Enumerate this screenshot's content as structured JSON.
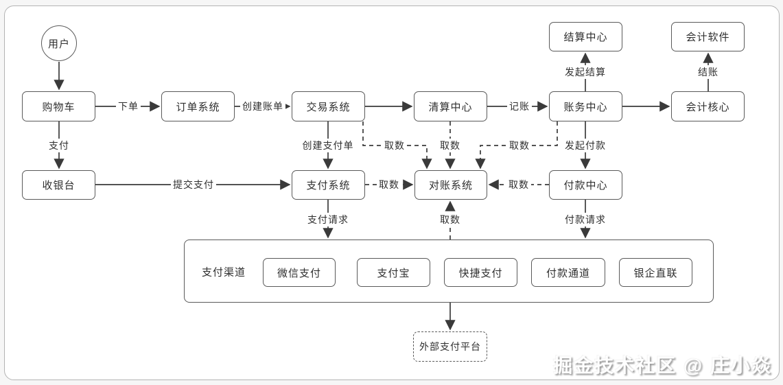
{
  "watermark": "掘金技术社区 @ 庄小焱",
  "colors": {
    "line": "#3a3a3a",
    "box_border": "#595959",
    "box_fill": "#ffffff",
    "text": "#2f2f2f",
    "card_border": "#b3b3b3"
  },
  "nodes": {
    "user": {
      "label": "用户"
    },
    "cart": {
      "label": "购物车"
    },
    "order_system": {
      "label": "订单系统"
    },
    "trade_system": {
      "label": "交易系统"
    },
    "clearing_center": {
      "label": "清算中心"
    },
    "accounting_center": {
      "label": "账务中心"
    },
    "accounting_core": {
      "label": "会计核心"
    },
    "settlement_center": {
      "label": "结算中心"
    },
    "accounting_software": {
      "label": "会计软件"
    },
    "cashier": {
      "label": "收银台"
    },
    "payment_system": {
      "label": "支付系统"
    },
    "reconciliation_system": {
      "label": "对账系统"
    },
    "payout_center": {
      "label": "付款中心"
    },
    "payment_channels": {
      "label": "支付渠道"
    },
    "wechat_pay": {
      "label": "微信支付"
    },
    "alipay": {
      "label": "支付宝"
    },
    "quick_pay": {
      "label": "快捷支付"
    },
    "payout_channel": {
      "label": "付款通道"
    },
    "bank_direct_link": {
      "label": "银企直联"
    },
    "external_platform": {
      "label": "外部支付平台"
    }
  },
  "edges": {
    "place_order": "下单",
    "create_bill": "创建账单",
    "bookkeeping": "记账",
    "initiate_settlement": "发起结算",
    "close_account": "结账",
    "pay": "支付",
    "create_payment_order": "创建支付单",
    "initiate_payout": "发起付款",
    "submit_payment": "提交支付",
    "fetch_data": "取数",
    "payment_request": "支付请求",
    "payout_request": "付款请求"
  },
  "connections": [
    {
      "from": "用户",
      "to": "购物车",
      "label": "",
      "style": "solid"
    },
    {
      "from": "购物车",
      "to": "订单系统",
      "label": "下单",
      "style": "solid"
    },
    {
      "from": "订单系统",
      "to": "交易系统",
      "label": "创建账单",
      "style": "solid"
    },
    {
      "from": "交易系统",
      "to": "清算中心",
      "label": "",
      "style": "solid"
    },
    {
      "from": "清算中心",
      "to": "账务中心",
      "label": "记账",
      "style": "solid"
    },
    {
      "from": "账务中心",
      "to": "会计核心",
      "label": "",
      "style": "solid"
    },
    {
      "from": "账务中心",
      "to": "结算中心",
      "label": "发起结算",
      "style": "solid"
    },
    {
      "from": "会计核心",
      "to": "会计软件",
      "label": "结账",
      "style": "solid"
    },
    {
      "from": "购物车",
      "to": "收银台",
      "label": "支付",
      "style": "solid"
    },
    {
      "from": "收银台",
      "to": "支付系统",
      "label": "提交支付",
      "style": "solid"
    },
    {
      "from": "交易系统",
      "to": "支付系统",
      "label": "创建支付单",
      "style": "solid"
    },
    {
      "from": "账务中心",
      "to": "付款中心",
      "label": "发起付款",
      "style": "solid"
    },
    {
      "from": "交易系统",
      "to": "对账系统",
      "label": "取数",
      "style": "dashed"
    },
    {
      "from": "清算中心",
      "to": "对账系统",
      "label": "取数",
      "style": "dashed"
    },
    {
      "from": "账务中心",
      "to": "对账系统",
      "label": "取数",
      "style": "dashed"
    },
    {
      "from": "支付系统",
      "to": "对账系统",
      "label": "取数",
      "style": "dashed"
    },
    {
      "from": "付款中心",
      "to": "对账系统",
      "label": "取数",
      "style": "dashed"
    },
    {
      "from": "支付渠道",
      "to": "对账系统",
      "label": "取数",
      "style": "dashed"
    },
    {
      "from": "支付系统",
      "to": "支付渠道",
      "label": "支付请求",
      "style": "solid"
    },
    {
      "from": "付款中心",
      "to": "支付渠道",
      "label": "付款请求",
      "style": "solid"
    },
    {
      "from": "支付渠道",
      "to": "外部支付平台",
      "label": "",
      "style": "solid"
    }
  ]
}
